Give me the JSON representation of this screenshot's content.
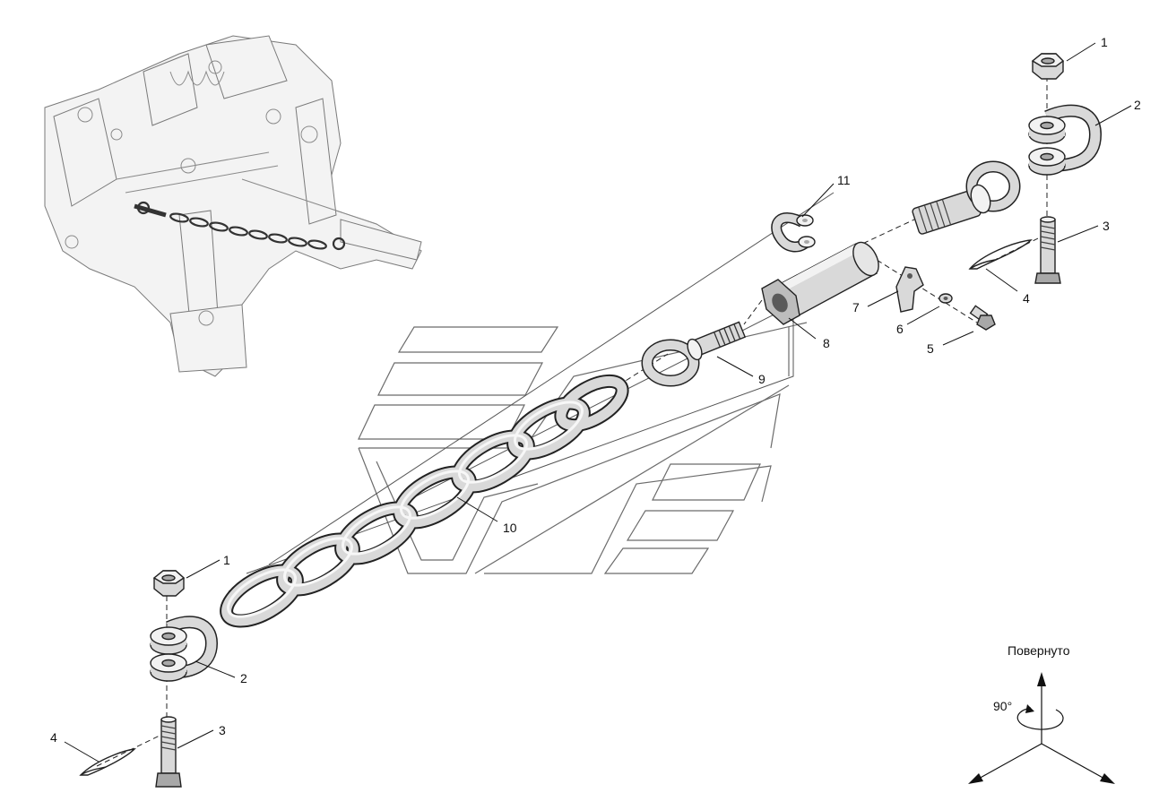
{
  "diagram": {
    "callouts": [
      "1",
      "2",
      "3",
      "4",
      "5",
      "6",
      "7",
      "8",
      "9",
      "10",
      "11"
    ],
    "rotation": {
      "caption": "Повернуто",
      "angle": "90°"
    },
    "colors": {
      "part_fill": "#d9d9d9",
      "part_dark": "#a8a8a8",
      "part_light": "#f2f2f2",
      "line": "#222222",
      "watermark": "#6b6b6b"
    },
    "icons": {
      "rotation_symbol": "rotate-90-icon",
      "overview": "three-point-hitch-overview-icon",
      "watermark": "brand-watermark-icon"
    }
  }
}
